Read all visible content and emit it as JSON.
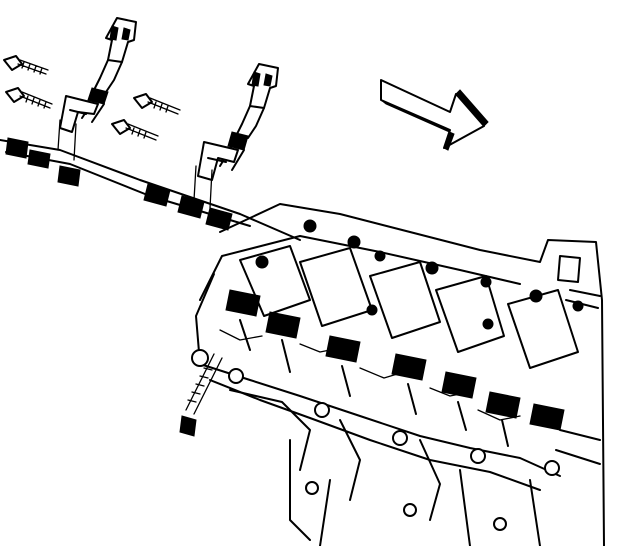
{
  "diagram": {
    "parts": [
      {
        "id": "coil-connector-left",
        "icon": "coil-connector-icon"
      },
      {
        "id": "coil-connector-right",
        "icon": "coil-connector-icon"
      },
      {
        "id": "bolt",
        "icon": "bolt-icon"
      },
      {
        "id": "wiring-harness",
        "icon": "wiring-harness-icon"
      },
      {
        "id": "cylinder-head",
        "icon": "cylinder-head-icon"
      },
      {
        "id": "rocker-arm",
        "icon": "rocker-arm-icon"
      },
      {
        "id": "direction-arrow",
        "icon": "arrow-right-icon"
      }
    ],
    "colors": {
      "line": "#000000",
      "background": "#ffffff"
    }
  }
}
